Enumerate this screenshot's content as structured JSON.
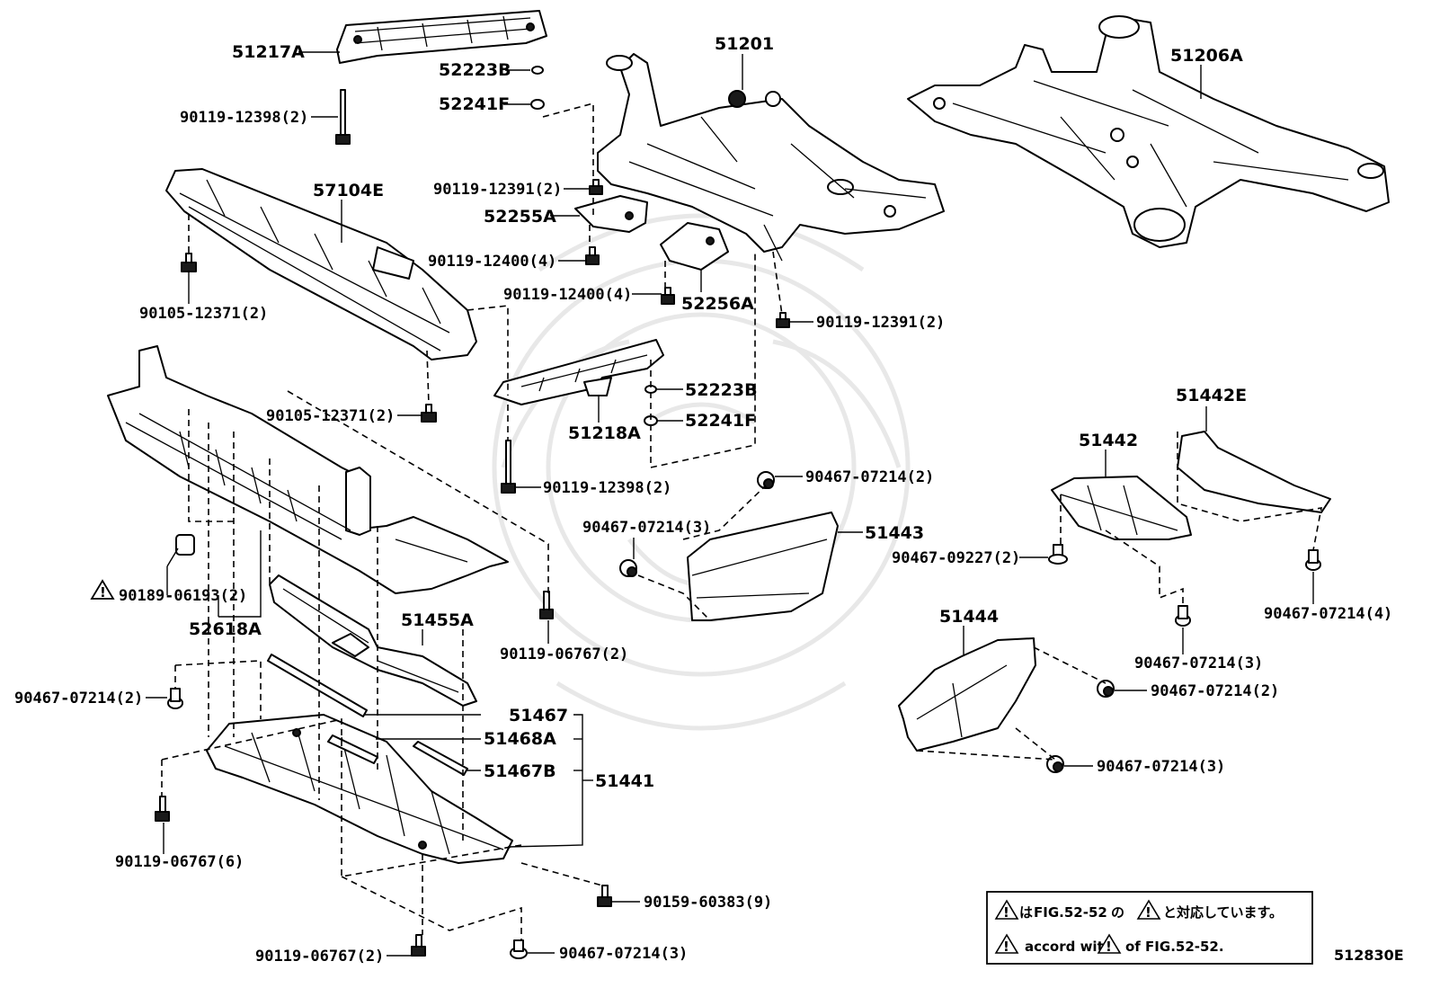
{
  "diagram": {
    "code": "512830E",
    "labels": [
      "51217A",
      "52223B",
      "52241F",
      "90119-12398(2)",
      "51201",
      "51206A",
      "90119-12391(2)",
      "57104E",
      "52255A",
      "90119-12400(4)",
      "90105-12371(2)",
      "90119-12400(4)",
      "52256A",
      "90119-12391(2)",
      "90105-12371(2)",
      "52223B",
      "52241F",
      "51218A",
      "90119-12398(2)",
      "90467-07214(2)",
      "51443",
      "90467-07214(3)",
      "51442E",
      "51442",
      "90467-09227(2)",
      "90189-06193(2)",
      "52618A",
      "51455A",
      "90119-06767(2)",
      "90467-07214(4)",
      "51444",
      "90467-07214(3)",
      "90467-07214(2)",
      "51467",
      "51468A",
      "51467B",
      "51441",
      "90467-07214(3)",
      "90119-06767(6)",
      "90159-60383(9)",
      "90119-06767(2)",
      "90467-07214(3)"
    ],
    "warning_mark": "!",
    "note_line1_pre": "は",
    "note_line1_fig": "FIG.52-52",
    "note_line1_post": "の",
    "note_line1_end": "と対応しています。",
    "note_line2_pre": "accord with",
    "note_line2_post": "of FIG.52-52."
  }
}
